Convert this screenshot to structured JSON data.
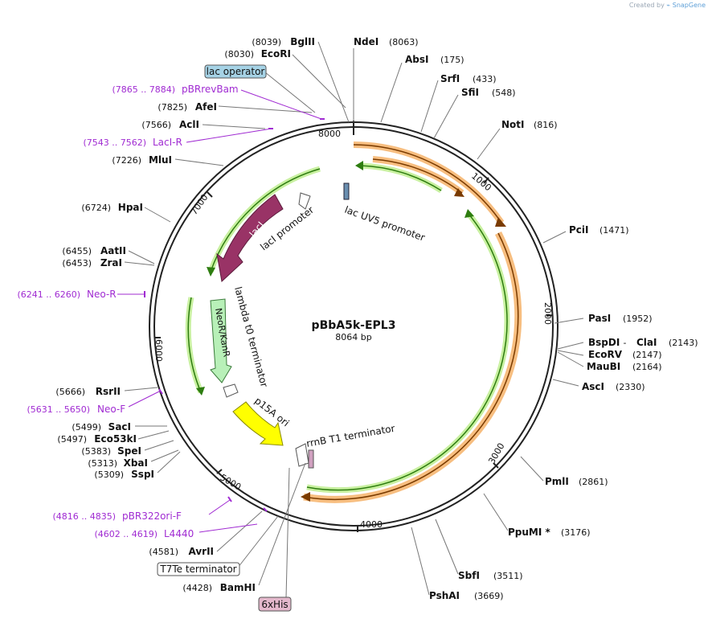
{
  "credit": {
    "prefix": "Created by",
    "brand": "SnapGene"
  },
  "plasmid": {
    "name": "pBbA5k-EPL3",
    "size_label": "8064 bp",
    "length": 8064
  },
  "ticks": [
    "1000",
    "2000",
    "3000",
    "4000",
    "5000",
    "6000",
    "7000",
    "8000"
  ],
  "sites_right": [
    {
      "name": "NdeI",
      "pos": "(8063)"
    },
    {
      "name": "AbsI",
      "pos": "(175)"
    },
    {
      "name": "SrfI",
      "pos": "(433)"
    },
    {
      "name": "SfiI",
      "pos": "(548)"
    },
    {
      "name": "NotI",
      "pos": "(816)"
    },
    {
      "name": "PciI",
      "pos": "(1471)"
    },
    {
      "name": "PasI",
      "pos": "(1952)"
    },
    {
      "name": "BspDI",
      "sep": " - ",
      "name2": "ClaI",
      "pos": "(2143)"
    },
    {
      "name": "EcoRV",
      "pos": "(2147)"
    },
    {
      "name": "MauBI",
      "pos": "(2164)"
    },
    {
      "name": "AscI",
      "pos": "(2330)"
    },
    {
      "name": "PmlI",
      "pos": "(2861)"
    },
    {
      "name": "PpuMI *",
      "pos": "(3176)"
    },
    {
      "name": "SbfI",
      "pos": "(3511)"
    },
    {
      "name": "PshAI",
      "pos": "(3669)"
    }
  ],
  "sites_left": [
    {
      "name": "BglII",
      "pos": "(8039)"
    },
    {
      "name": "EcoRI",
      "pos": "(8030)"
    },
    {
      "name": "AfeI",
      "pos": "(7825)"
    },
    {
      "name": "AclI",
      "pos": "(7566)"
    },
    {
      "name": "MluI",
      "pos": "(7226)"
    },
    {
      "name": "HpaI",
      "pos": "(6724)"
    },
    {
      "name": "AatII",
      "pos": "(6455)"
    },
    {
      "name": "ZraI",
      "pos": "(6453)"
    },
    {
      "name": "RsrII",
      "pos": "(5666)"
    },
    {
      "name": "SacI",
      "pos": "(5499)"
    },
    {
      "name": "Eco53kI",
      "pos": "(5497)"
    },
    {
      "name": "SpeI",
      "pos": "(5383)"
    },
    {
      "name": "XbaI",
      "pos": "(5313)"
    },
    {
      "name": "SspI",
      "pos": "(5309)"
    },
    {
      "name": "AvrII",
      "pos": "(4581)"
    },
    {
      "name": "BamHI",
      "pos": "(4428)"
    }
  ],
  "primers": [
    {
      "name": "pBRrevBam",
      "pos": "(7865 .. 7884)"
    },
    {
      "name": "LacI-R",
      "pos": "(7543 .. 7562)"
    },
    {
      "name": "Neo-R",
      "pos": "(6241 .. 6260)"
    },
    {
      "name": "Neo-F",
      "pos": "(5631 .. 5650)"
    },
    {
      "name": "pBR322ori-F",
      "pos": "(4816 .. 4835)"
    },
    {
      "name": "L4440",
      "pos": "(4602 .. 4619)"
    }
  ],
  "features": {
    "lac_operator": "lac operator",
    "lac_uv5": "lac UV5 promoter",
    "laci": "lacI",
    "laci_promoter": "lacI promoter",
    "lambda_t0": "lambda t0 terminator",
    "neor": "NeoR/KanR",
    "p15a": "p15A ori",
    "rrnb": "rrnB T1 terminator",
    "t7te": "T7Te terminator",
    "his": "6xHis"
  },
  "colors": {
    "backbone": "#222222",
    "orf_fill": "#f6b36a",
    "orf_inner": "#f9d7a8",
    "cds_green": "#66aa22",
    "cds_glow": "#c8f0a0",
    "laci": "#993366",
    "neor": "#b8f0b8",
    "ori": "#ffff00",
    "primer": "#a02bd2",
    "lac_operator": "#a6d3e6",
    "his": "#e4b8cc"
  }
}
